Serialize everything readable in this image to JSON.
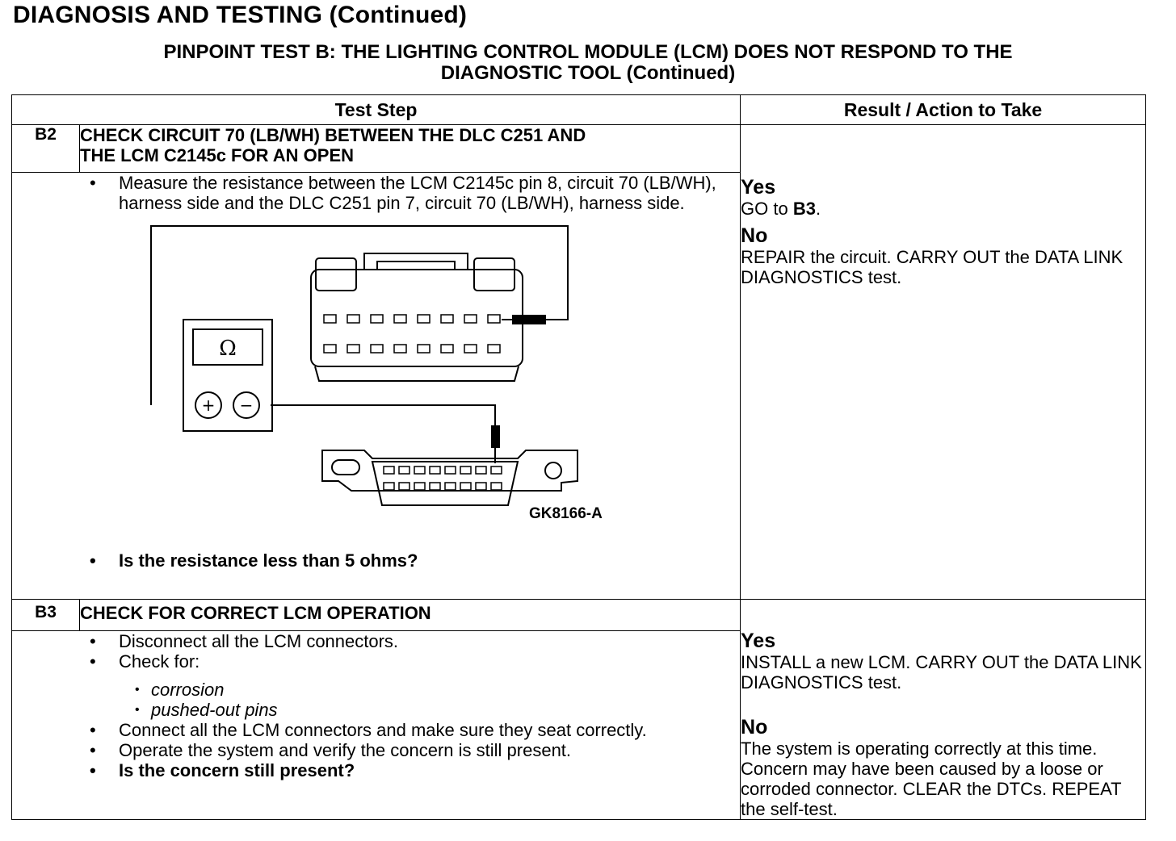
{
  "header": {
    "title": "DIAGNOSIS AND TESTING (Continued)",
    "test_title_line1": "PINPOINT TEST B: THE LIGHTING CONTROL MODULE (LCM) DOES NOT RESPOND TO THE",
    "test_title_line2": "DIAGNOSTIC TOOL (Continued)"
  },
  "columns": {
    "test_step": "Test Step",
    "result": "Result / Action to Take"
  },
  "steps": [
    {
      "id": "B2",
      "title_line1": "CHECK CIRCUIT 70 (LB/WH) BETWEEN THE DLC C251 AND",
      "title_line2": "THE LCM C2145c FOR AN OPEN",
      "bullets": [
        "Measure the resistance between the LCM C2145c pin 8, circuit 70 (LB/WH), harness side and the DLC C251 pin 7, circuit 70 (LB/WH), harness side."
      ],
      "question": "Is the resistance less than 5 ohms?",
      "figure": {
        "label": "GK8166-A",
        "meter_symbol": "Ω",
        "plus": "+",
        "minus": "−"
      },
      "yes_label": "Yes",
      "yes_text_prefix": "GO to ",
      "yes_text_bold": "B3",
      "yes_text_suffix": ".",
      "no_label": "No",
      "no_text": "REPAIR the circuit. CARRY OUT the DATA LINK DIAGNOSTICS test."
    },
    {
      "id": "B3",
      "title_line1": "CHECK FOR CORRECT LCM OPERATION",
      "bullet1": "Disconnect all the LCM connectors.",
      "bullet2": "Check for:",
      "sub_items": [
        "corrosion",
        "pushed-out pins"
      ],
      "bullet3": "Connect all the LCM connectors and make sure they seat correctly.",
      "bullet4": "Operate the system and verify the concern is still present.",
      "question": "Is the concern still present?",
      "yes_label": "Yes",
      "yes_text": "INSTALL a new LCM. CARRY OUT the DATA LINK DIAGNOSTICS test.",
      "no_label": "No",
      "no_text": "The system is operating correctly at this time. Concern may have been caused by a loose or corroded connector. CLEAR the DTCs. REPEAT the self-test."
    }
  ]
}
